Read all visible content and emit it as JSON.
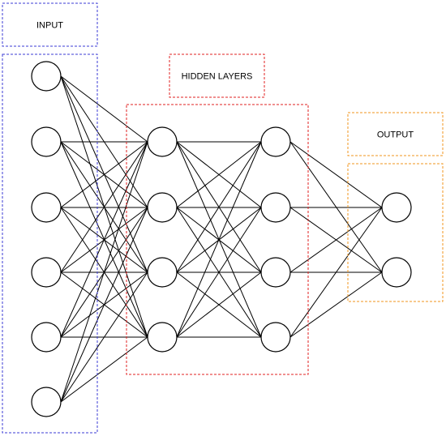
{
  "labels": {
    "input": "INPUT",
    "hidden": "HIDDEN LAYERS",
    "output": "OUTPUT"
  },
  "layers": [
    {
      "name": "input",
      "neurons": 6
    },
    {
      "name": "hidden-1",
      "neurons": 4
    },
    {
      "name": "hidden-2",
      "neurons": 4
    },
    {
      "name": "output",
      "neurons": 2
    }
  ],
  "colors": {
    "input_box": "#3b3bd6",
    "hidden_box": "#e02020",
    "output_box": "#f0961e",
    "neuron_stroke": "#000000",
    "edge": "#000000"
  }
}
